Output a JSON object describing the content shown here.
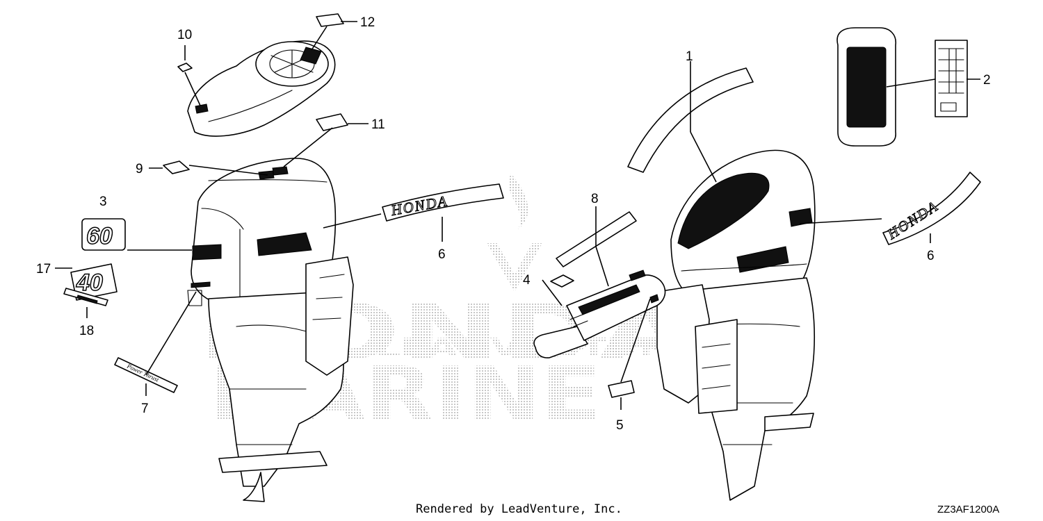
{
  "callouts": {
    "c1": "1",
    "c2": "2",
    "c3": "3",
    "c4": "4",
    "c5": "5",
    "c6a": "6",
    "c6b": "6",
    "c7": "7",
    "c8": "8",
    "c9": "9",
    "c10": "10",
    "c11": "11",
    "c12": "12",
    "c17": "17",
    "c18": "18"
  },
  "decals": {
    "brand_text_left": "HONDA",
    "brand_text_right": "HONDA",
    "model_number_a": "60",
    "model_number_b": "40"
  },
  "footer": {
    "credit": "Rendered by LeadVenture, Inc.",
    "diagram_code": "ZZ3AF1200A"
  },
  "colors": {
    "ink": "#000000",
    "background": "#ffffff",
    "watermark": "#b5b5b5"
  }
}
